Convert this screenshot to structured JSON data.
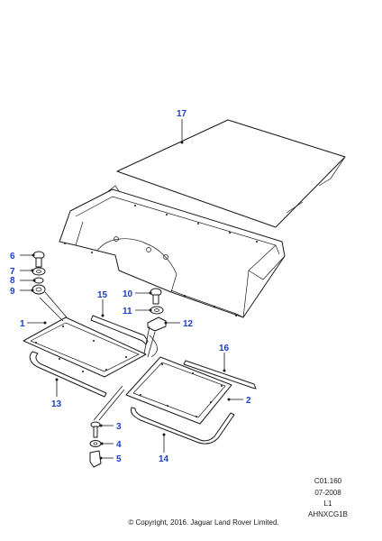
{
  "callouts": [
    {
      "id": "17",
      "label": "17"
    },
    {
      "id": "6",
      "label": "6"
    },
    {
      "id": "7",
      "label": "7"
    },
    {
      "id": "8",
      "label": "8"
    },
    {
      "id": "9",
      "label": "9"
    },
    {
      "id": "15",
      "label": "15"
    },
    {
      "id": "10",
      "label": "10"
    },
    {
      "id": "11",
      "label": "11"
    },
    {
      "id": "12",
      "label": "12"
    },
    {
      "id": "1",
      "label": "1"
    },
    {
      "id": "16",
      "label": "16"
    },
    {
      "id": "2",
      "label": "2"
    },
    {
      "id": "13",
      "label": "13"
    },
    {
      "id": "3",
      "label": "3"
    },
    {
      "id": "4",
      "label": "4"
    },
    {
      "id": "5",
      "label": "5"
    },
    {
      "id": "14",
      "label": "14"
    }
  ],
  "colors": {
    "callout": "#1a3ccf",
    "line": "#1a1a1a"
  },
  "reference": {
    "code": "C01.160",
    "date": "07-2008",
    "level": "L1",
    "image_id": "AHNXCG1B"
  },
  "copyright": "© Copyright, 2016. Jaguar Land Rover Limited."
}
